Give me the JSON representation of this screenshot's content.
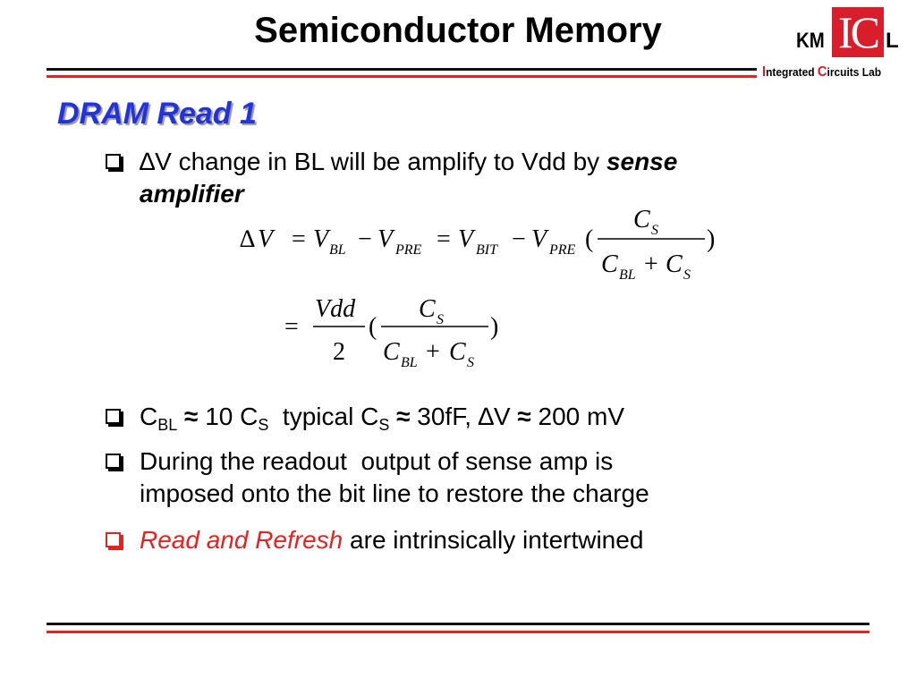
{
  "title": "Semiconductor Memory",
  "logo": {
    "km": "KM",
    "ic": "IC",
    "l": "L",
    "sub_i": "I",
    "sub_ntegrated": "ntegrated ",
    "sub_c": "C",
    "sub_ircuits": "ircuits Lab"
  },
  "subtitle": "DRAM Read 1",
  "bullets": [
    {
      "delta": "∆",
      "text": "V change in BL will be amplify to Vdd by ",
      "emph": "sense",
      "line2": "amplifier"
    },
    {
      "c": "C",
      "bl": "BL",
      "approx1": " ≈ ",
      "ten": "10 C",
      "s1": "S",
      "typical": "  typical C",
      "s2": "S",
      "approx2": " ≈ ",
      "cs_val": "30fF, ",
      "delta": "∆",
      "v": "V",
      "approx3": " ≈ ",
      "dv_val": "200 mV"
    },
    {
      "line1": "During the readout  output of sense amp is",
      "line2": "imposed onto the bit line to restore the charge"
    },
    {
      "emph": "Read and Refresh",
      "rest": " are intrinsically intertwined"
    }
  ],
  "equation1": {
    "delta": "∆",
    "v": "V",
    "eq": "=",
    "minus": "−",
    "V": "V",
    "BL": "BL",
    "PRE": "PRE",
    "BIT": "BIT",
    "C": "C",
    "S": "S",
    "plus": "+",
    "lparen": "(",
    "rparen": ")"
  },
  "equation2": {
    "eq": "=",
    "vdd": "Vdd",
    "two": "2",
    "C": "C",
    "S": "S",
    "BL": "BL",
    "plus": "+",
    "lparen": "(",
    "rparen": ")"
  },
  "colors": {
    "title_blue": "#2233dd",
    "accent_red": "#e8201e",
    "rule_dark": "#111111"
  }
}
